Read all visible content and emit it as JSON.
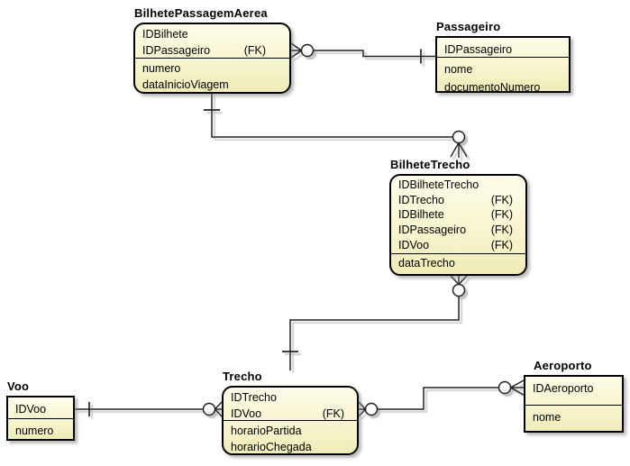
{
  "diagram_title": "",
  "entities": [
    {
      "name": "BilhetePassagemAerea",
      "shape": "rounded",
      "key_attributes": [
        {
          "name": "IDBilhete",
          "tag": ""
        },
        {
          "name": "IDPassageiro",
          "tag": "(FK)"
        }
      ],
      "attributes": [
        {
          "name": "numero",
          "tag": ""
        },
        {
          "name": "dataInicioViagem",
          "tag": ""
        }
      ]
    },
    {
      "name": "Passageiro",
      "shape": "square",
      "key_attributes": [
        {
          "name": "IDPassageiro",
          "tag": ""
        }
      ],
      "attributes": [
        {
          "name": "nome",
          "tag": ""
        },
        {
          "name": "documentoNumero",
          "tag": ""
        }
      ]
    },
    {
      "name": "BilheteTrecho",
      "shape": "rounded",
      "key_attributes": [
        {
          "name": "IDBilheteTrecho",
          "tag": ""
        },
        {
          "name": "IDTrecho",
          "tag": "(FK)"
        },
        {
          "name": "IDBilhete",
          "tag": "(FK)"
        },
        {
          "name": "IDPassageiro",
          "tag": "(FK)"
        },
        {
          "name": "IDVoo",
          "tag": "(FK)"
        }
      ],
      "attributes": [
        {
          "name": "dataTrecho",
          "tag": ""
        }
      ]
    },
    {
      "name": "Voo",
      "shape": "square",
      "key_attributes": [
        {
          "name": "IDVoo",
          "tag": ""
        }
      ],
      "attributes": [
        {
          "name": "numero",
          "tag": ""
        }
      ]
    },
    {
      "name": "Trecho",
      "shape": "rounded",
      "key_attributes": [
        {
          "name": "IDTrecho",
          "tag": ""
        },
        {
          "name": "IDVoo",
          "tag": "(FK)"
        }
      ],
      "attributes": [
        {
          "name": "horarioPartida",
          "tag": ""
        },
        {
          "name": "horarioChegada",
          "tag": ""
        }
      ]
    },
    {
      "name": "Aeroporto",
      "shape": "square",
      "key_attributes": [
        {
          "name": "IDAeroporto",
          "tag": ""
        }
      ],
      "attributes": [
        {
          "name": "nome",
          "tag": ""
        }
      ]
    }
  ],
  "relationships": [
    {
      "from": "Passageiro",
      "to": "BilhetePassagemAerea",
      "from_cardinality": "one",
      "to_cardinality": "zero-or-many"
    },
    {
      "from": "BilhetePassagemAerea",
      "to": "BilheteTrecho",
      "from_cardinality": "one",
      "to_cardinality": "zero-or-many"
    },
    {
      "from": "Trecho",
      "to": "BilheteTrecho",
      "from_cardinality": "one",
      "to_cardinality": "zero-or-many"
    },
    {
      "from": "Voo",
      "to": "Trecho",
      "from_cardinality": "one",
      "to_cardinality": "zero-or-many"
    },
    {
      "from": "Trecho",
      "to": "Aeroporto",
      "from_cardinality": "zero-or-many",
      "to_cardinality": "zero-or-many"
    }
  ],
  "colors": {
    "background": "#ffffff",
    "entity_fill_top": "#fefdea",
    "entity_fill_bottom": "#efecb8",
    "entity_border": "#000000",
    "connector": "#222222",
    "shadow": "#b9b9b9"
  }
}
